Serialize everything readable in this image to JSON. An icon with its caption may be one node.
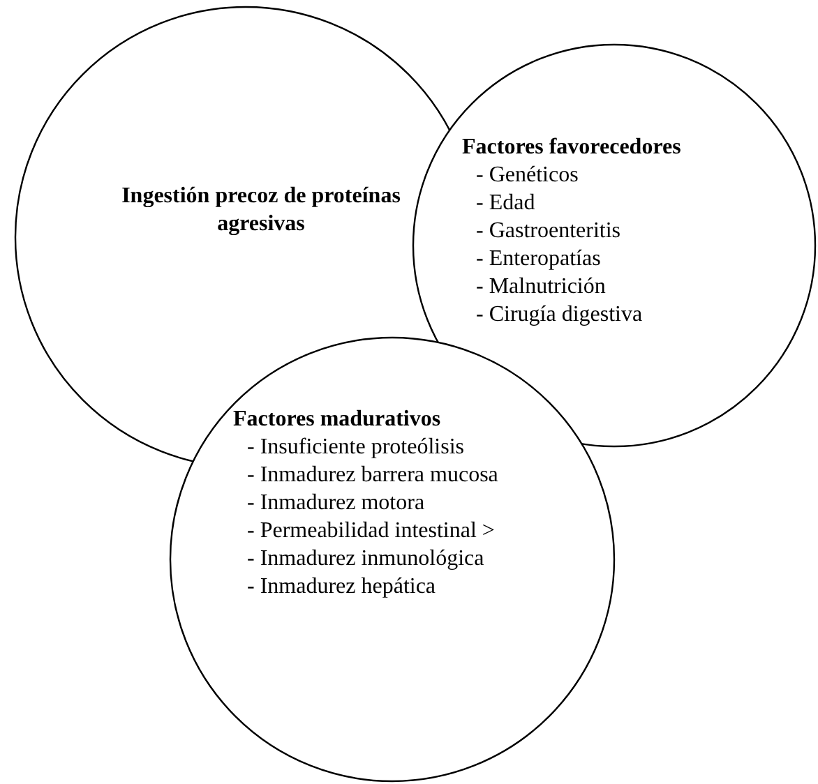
{
  "diagram": {
    "nodes": [
      {
        "text": [
          "Ingestión precoz de proteínas agresivas"
        ]
      },
      {
        "text": [
          "Factores favorecedores",
          "- Genéticos",
          "- Edad",
          "- Gastroenteritis",
          "- Enteropatías",
          "- Malnutrición",
          "- Cirugía digestiva"
        ]
      },
      {
        "text": [
          "Factores madurativos",
          "- Insuficiente proteólisis",
          "- Inmadurez barrera mucosa",
          "- Inmadurez motora",
          "- Permeabilidad intestinal >",
          "- Inmadurez inmunológica",
          "- Inmadurez hepática"
        ]
      }
    ]
  }
}
